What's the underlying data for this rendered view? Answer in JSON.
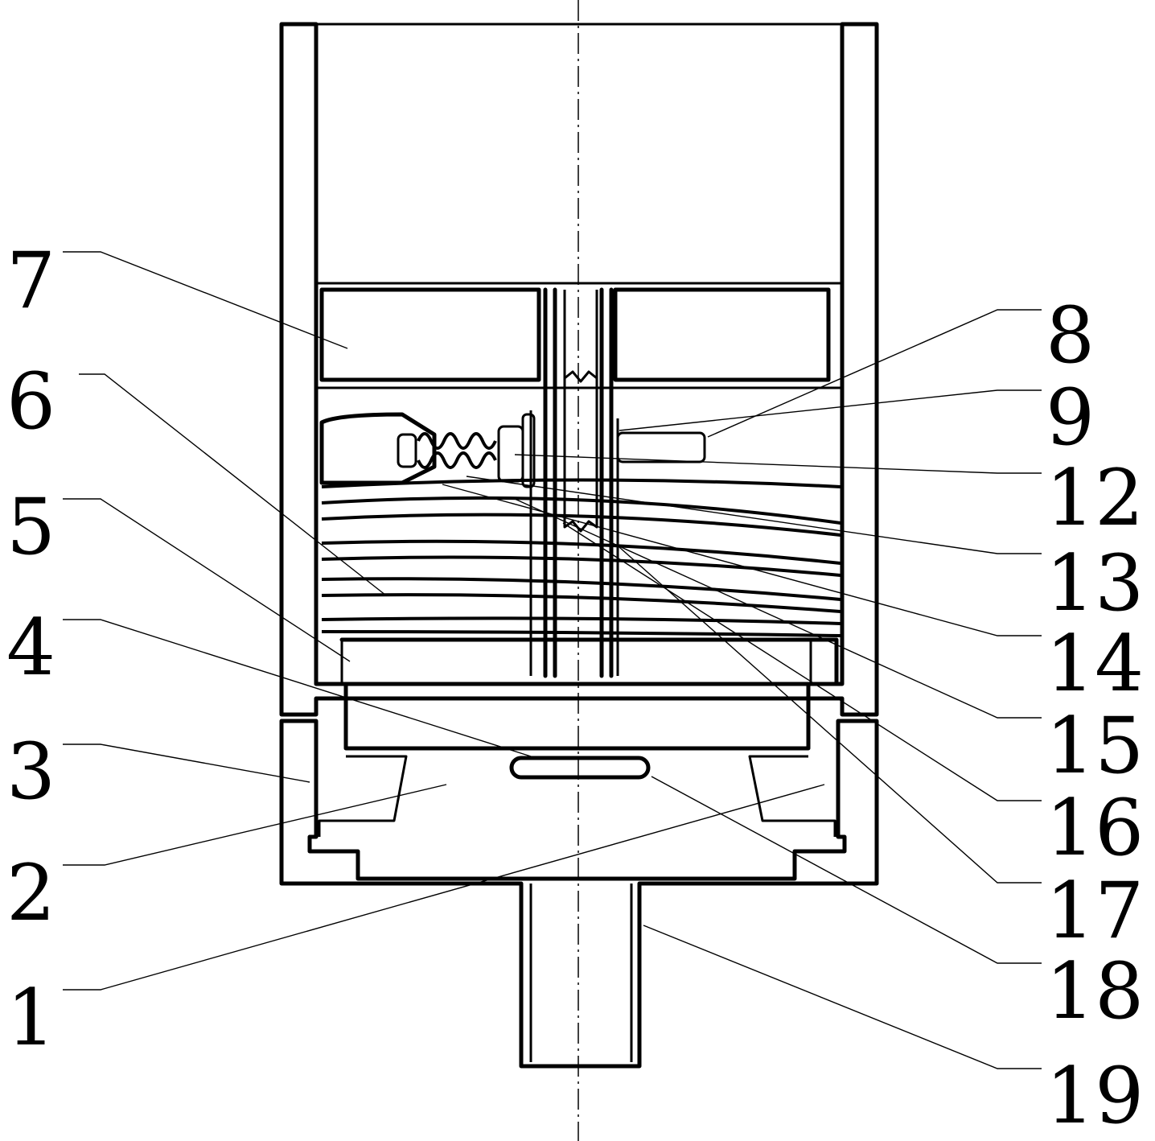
{
  "callouts": {
    "c1": "1",
    "c2": "2",
    "c3": "3",
    "c4": "4",
    "c5": "5",
    "c6": "6",
    "c7": "7",
    "c8": "8",
    "c9": "9",
    "c12": "12",
    "c13": "13",
    "c14": "14",
    "c15": "15",
    "c16": "16",
    "c17": "17",
    "c18": "18",
    "c19": "19"
  },
  "colors": {
    "line": "#000000",
    "background": "#ffffff"
  }
}
